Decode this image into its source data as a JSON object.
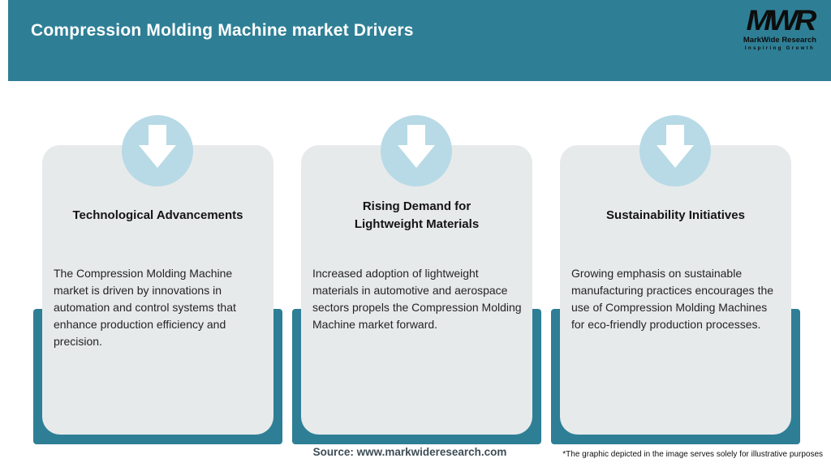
{
  "header": {
    "title": "Compression Molding Machine market Drivers",
    "logo": {
      "monogram": "MWR",
      "name": "MarkWide Research",
      "tagline": "Inspiring Growth"
    }
  },
  "cards": [
    {
      "icon": "down-arrow-icon",
      "title": "Technological Advancements",
      "body": "The Compression Molding Machine\nmarket is driven by innovations in\nautomation and control systems that\nenhance production efficiency and\nprecision."
    },
    {
      "icon": "down-arrow-icon",
      "title": "Rising Demand for\nLightweight Materials",
      "body": "Increased adoption of lightweight\nmaterials in automotive and aerospace\nsectors propels the Compression Molding\nMachine market forward."
    },
    {
      "icon": "down-arrow-icon",
      "title": "Sustainability Initiatives",
      "body": "Growing emphasis on sustainable\nmanufacturing practices encourages the\nuse of Compression Molding Machines\nfor eco-friendly production processes."
    }
  ],
  "footer": {
    "source": "Source: www.markwideresearch.com",
    "disclaimer": "*The graphic depicted in the image serves solely for illustrative purposes"
  },
  "colors": {
    "teal": "#2e7f96",
    "circle_blue": "#b7dae6",
    "card_gray": "#e7eaeb",
    "header_text": "#ffffff",
    "source_text": "#3e4d56"
  }
}
